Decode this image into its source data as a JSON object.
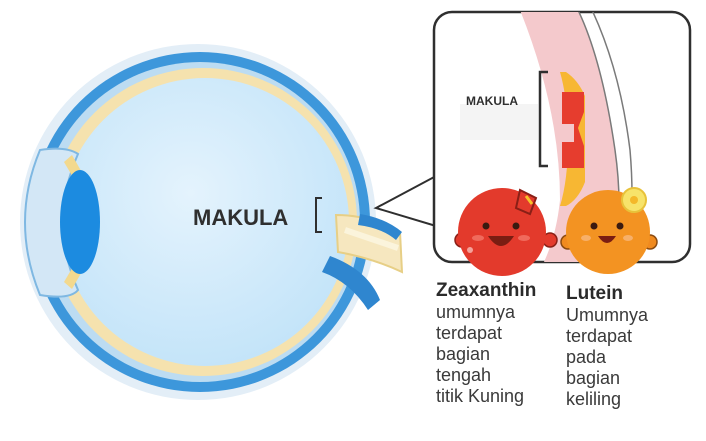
{
  "labels": {
    "eye_makula": "MAKULA",
    "zoom_makula": "MAKULA"
  },
  "zeaxanthin": {
    "title": "Zeaxanthin",
    "lines": [
      "umumnya",
      "terdapat",
      "bagian",
      "tengah",
      "titik Kuning"
    ]
  },
  "lutein": {
    "title": "Lutein",
    "lines": [
      "Umumnya",
      "terdapat",
      "pada",
      "bagian",
      "keliling"
    ]
  },
  "colors": {
    "eye_outer_blue": "#2f8fd6",
    "eye_inner_blue": "#cfe9fb",
    "eye_layer_yellow": "#f6e4b0",
    "lens_blue": "#1c8be0",
    "retina_pink": "#f4c9cc",
    "zeaxanthin_red": "#e33a2c",
    "lutein_orange": "#f08a1f"
  }
}
